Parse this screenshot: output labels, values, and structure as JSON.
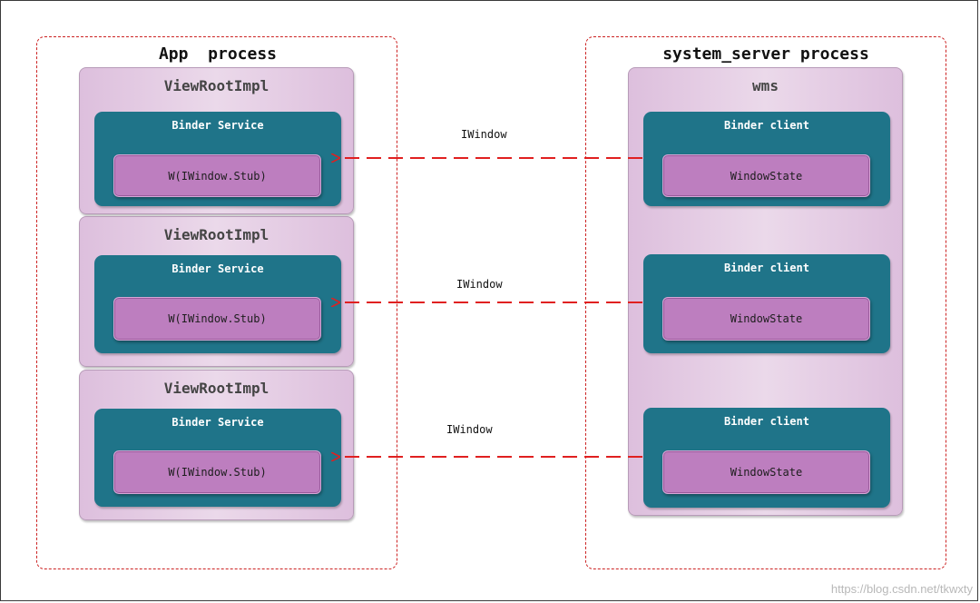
{
  "app_process": {
    "title": "App  process",
    "view_root_impls": [
      {
        "title": "ViewRootImpl",
        "binder_label": "Binder Service",
        "stub_label": "W(IWindow.Stub)"
      },
      {
        "title": "ViewRootImpl",
        "binder_label": "Binder Service",
        "stub_label": "W(IWindow.Stub)"
      },
      {
        "title": "ViewRootImpl",
        "binder_label": "Binder Service",
        "stub_label": "W(IWindow.Stub)"
      }
    ]
  },
  "system_server_process": {
    "title": "system_server process",
    "wms": {
      "title": "wms",
      "clients": [
        {
          "binder_label": "Binder client",
          "state_label": "WindowState"
        },
        {
          "binder_label": "Binder client",
          "state_label": "WindowState"
        },
        {
          "binder_label": "Binder client",
          "state_label": "WindowState"
        }
      ]
    }
  },
  "connections": [
    {
      "label": "IWindow"
    },
    {
      "label": "IWindow"
    },
    {
      "label": "IWindow"
    }
  ],
  "colors": {
    "process_border": "#cc2222",
    "panel_fill": "#ebd9ea",
    "binder_fill": "#1f7489",
    "stub_fill": "#bd7ebf",
    "arrow": "#e02020"
  },
  "watermark": "https://blog.csdn.net/tkwxty"
}
